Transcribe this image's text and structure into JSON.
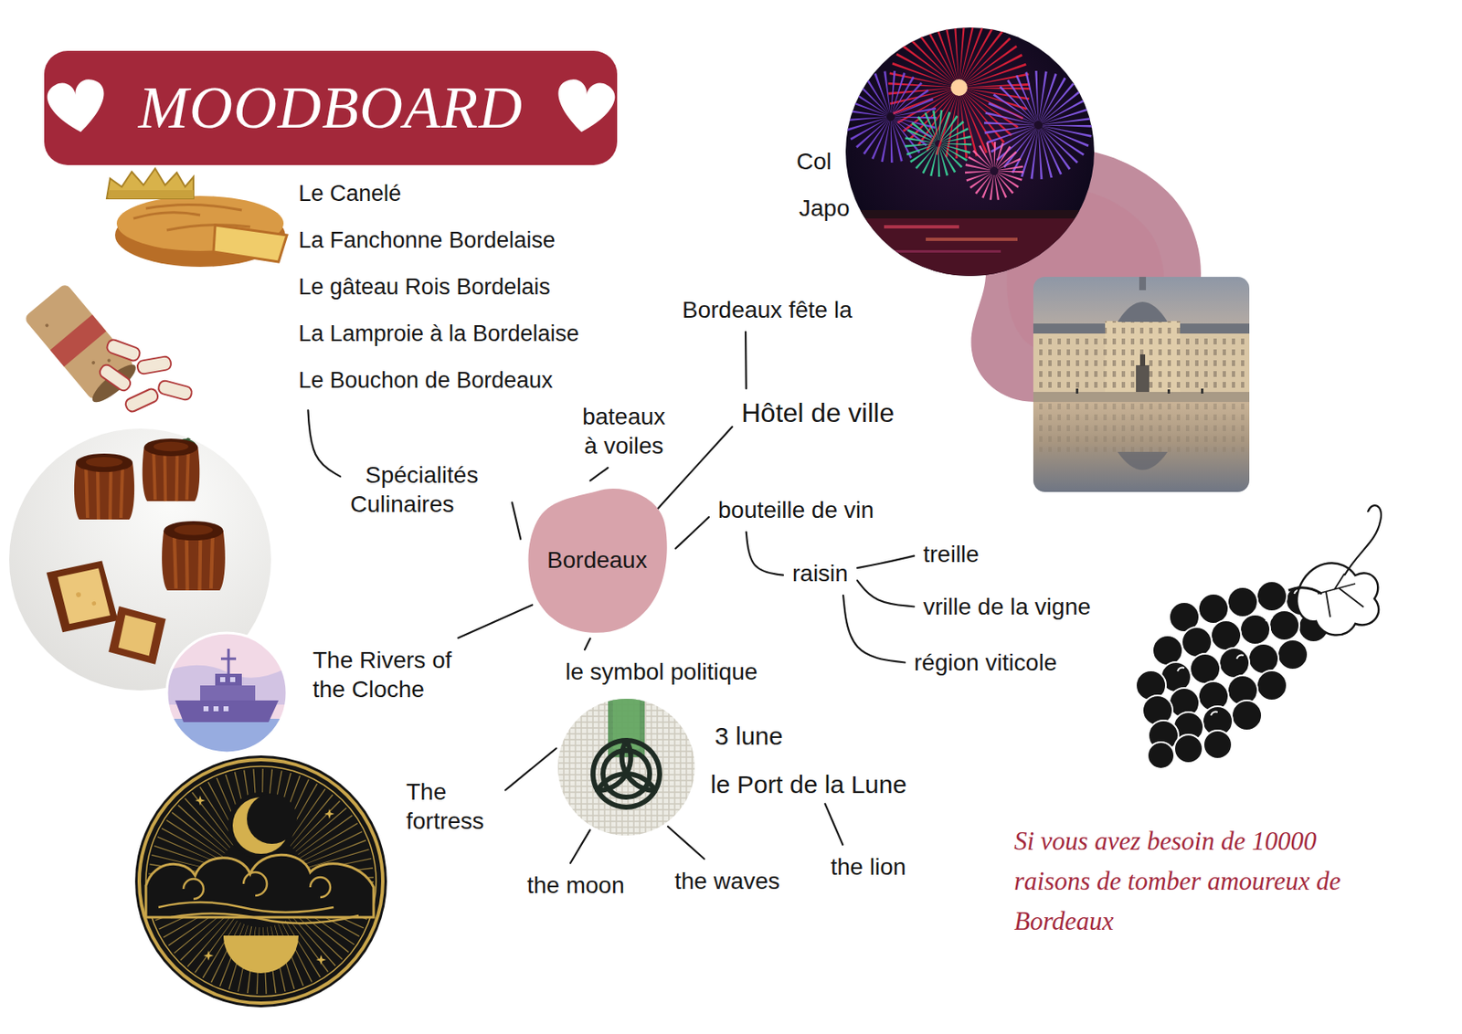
{
  "diagram": {
    "title": "MOODBOARD",
    "nodes": [
      {
        "text": [
          "Bordeaux"
        ]
      },
      {
        "text": [
          "Spécialités Culinaires"
        ]
      },
      {
        "text": [
          "Le Canelé",
          "La Fanchonne Bordelaise",
          "Le gâteau Rois Bordelais",
          "La Lamproie à la Bordelaise",
          "Le Bouchon de Bordeaux"
        ]
      },
      {
        "text": [
          "bateaux à voiles"
        ]
      },
      {
        "text": [
          "Hôtel de ville"
        ]
      },
      {
        "text": [
          "Bordeaux fête la"
        ]
      },
      {
        "text": [
          "bouteille de vin"
        ]
      },
      {
        "text": [
          "raisin"
        ]
      },
      {
        "text": [
          "treille"
        ]
      },
      {
        "text": [
          "vrille de la vigne"
        ]
      },
      {
        "text": [
          "région viticole"
        ]
      },
      {
        "text": [
          "The Rivers of the Cloche"
        ]
      },
      {
        "text": [
          "le symbol politique"
        ]
      },
      {
        "text": [
          "3 lune",
          "le Port de la Lune"
        ]
      },
      {
        "text": [
          "The fortress"
        ]
      },
      {
        "text": [
          "the moon"
        ]
      },
      {
        "text": [
          "the waves"
        ]
      },
      {
        "text": [
          "the lion"
        ]
      }
    ],
    "edges": [
      {
        "from": 2,
        "to": 1,
        "arrow": "none"
      },
      {
        "from": 0,
        "to": 1,
        "arrow": "none"
      },
      {
        "from": 0,
        "to": 3,
        "arrow": "none"
      },
      {
        "from": 0,
        "to": 4,
        "arrow": "none"
      },
      {
        "from": 4,
        "to": 5,
        "arrow": "none"
      },
      {
        "from": 0,
        "to": 6,
        "arrow": "none"
      },
      {
        "from": 6,
        "to": 7,
        "arrow": "none"
      },
      {
        "from": 7,
        "to": 8,
        "arrow": "none"
      },
      {
        "from": 7,
        "to": 9,
        "arrow": "none"
      },
      {
        "from": 7,
        "to": 10,
        "arrow": "none"
      },
      {
        "from": 0,
        "to": 11,
        "arrow": "none"
      },
      {
        "from": 0,
        "to": 12,
        "arrow": "none"
      },
      {
        "from": 13,
        "to": 14,
        "arrow": "none"
      },
      {
        "from": 13,
        "to": 15,
        "arrow": "none"
      },
      {
        "from": 13,
        "to": 16,
        "arrow": "none"
      },
      {
        "from": 13,
        "to": 17,
        "arrow": "none"
      }
    ],
    "labels": [
      "Col",
      "Japo",
      "Si vous avez besoin de 10000 raisons de tomber amoureux de Bordeaux"
    ]
  }
}
